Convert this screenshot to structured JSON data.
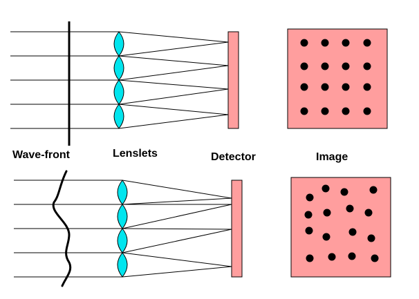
{
  "labels": {
    "wavefront": "Wave-front",
    "lenslets": "Lenslets",
    "detector": "Detector",
    "image": "Image"
  },
  "colors": {
    "lens": "#00e5ee",
    "detector": "#ff9e9e",
    "image_panel": "#ff9e9e",
    "line": "#000000",
    "spot": "#000000"
  },
  "panels": [
    {
      "id": "top",
      "wavefront": "flat",
      "spot_pattern": "regular 4x4 grid"
    },
    {
      "id": "bottom",
      "wavefront": "distorted",
      "spot_pattern": "shifted irregular spots"
    }
  ]
}
